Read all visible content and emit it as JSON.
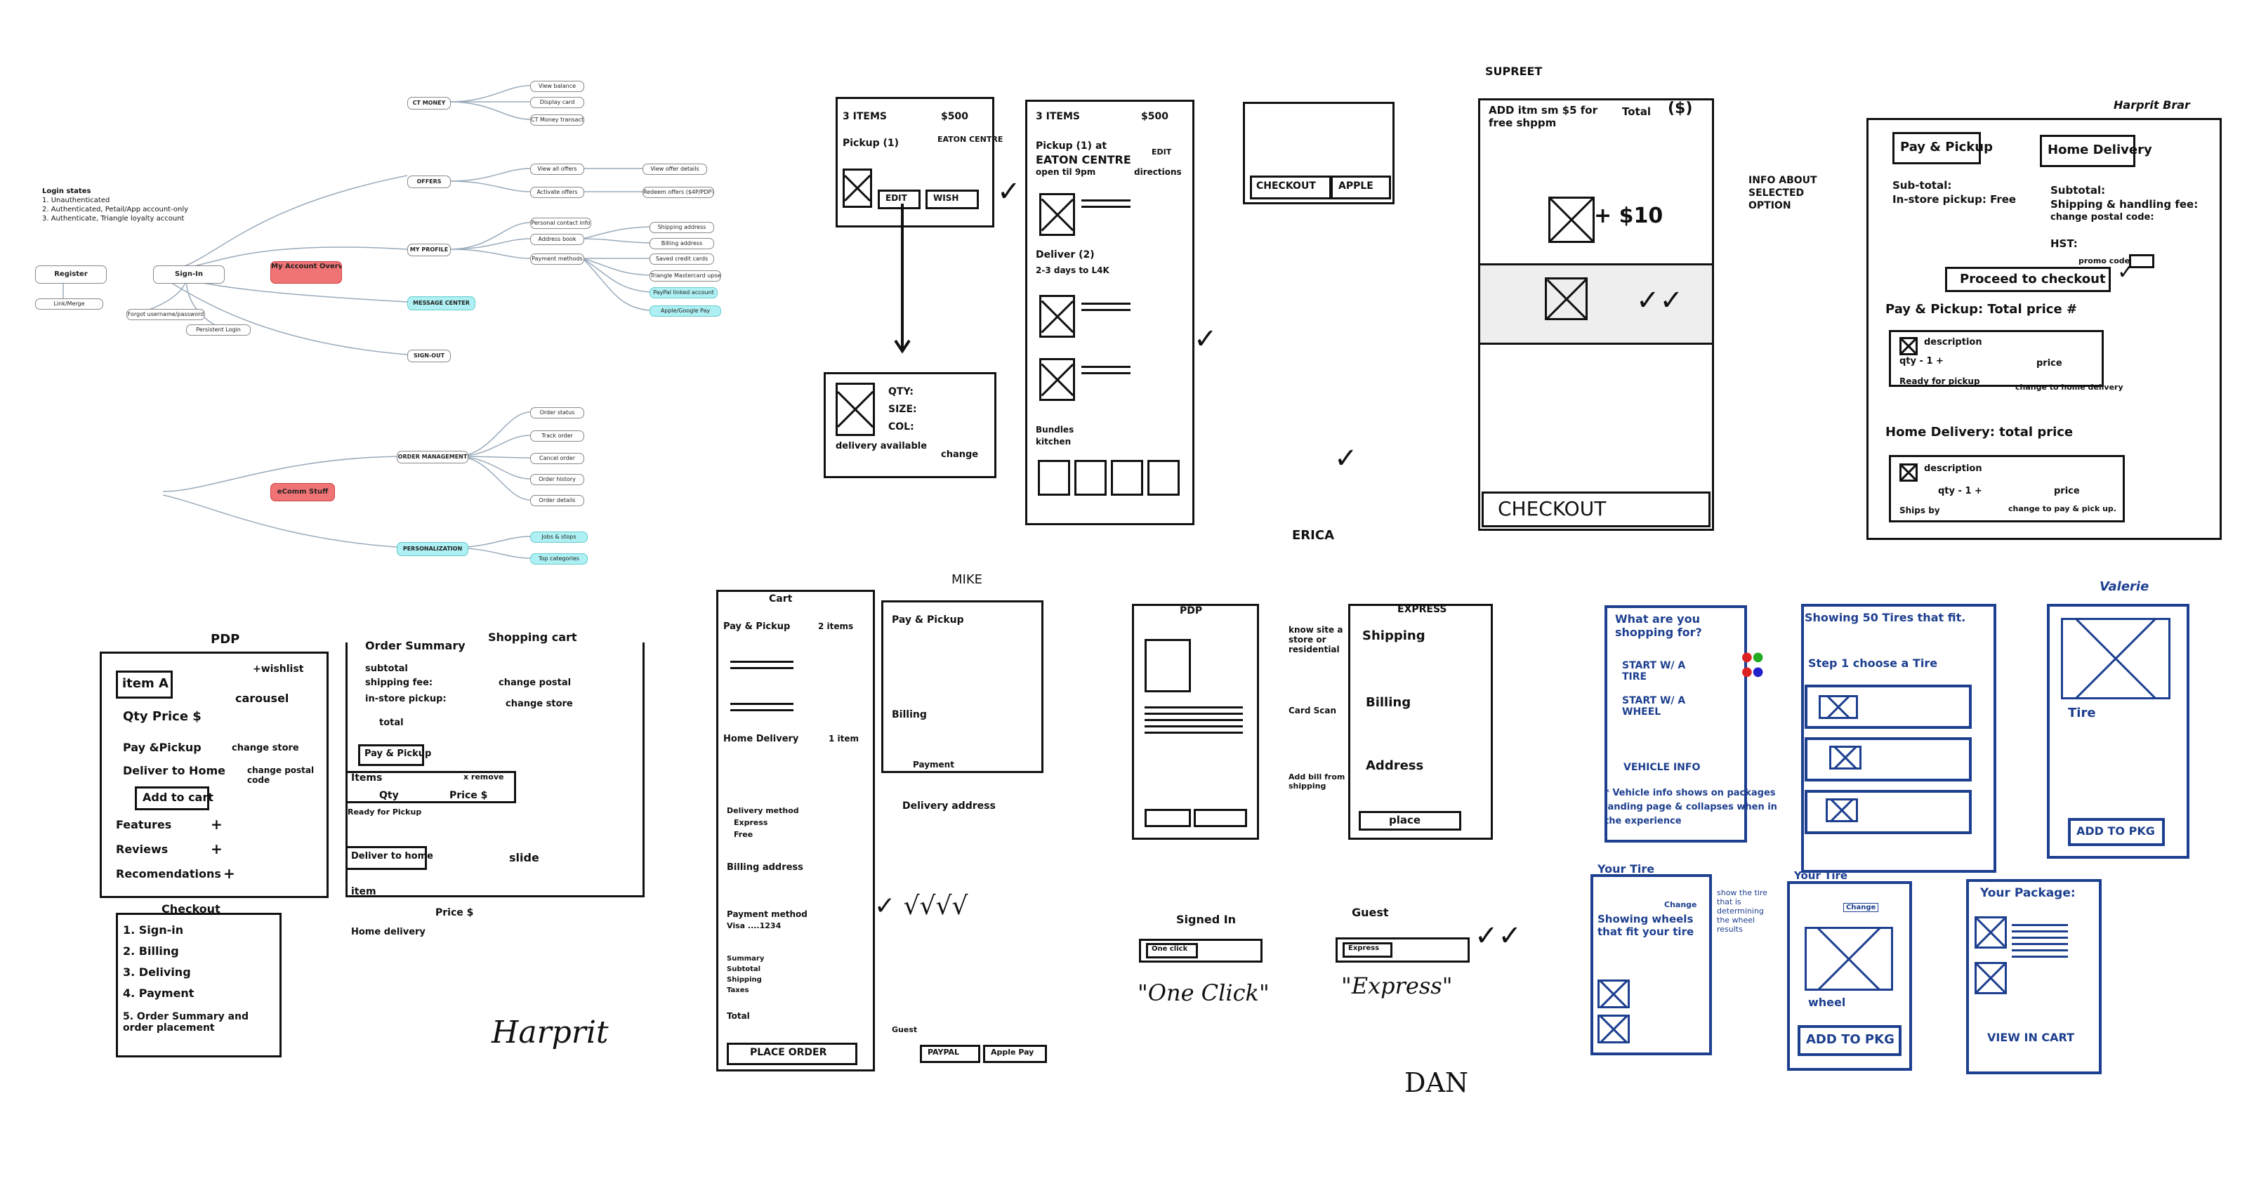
{
  "flowchart": {
    "login_states_title": "Login states",
    "login_states": [
      "1. Unauthenticated",
      "2. Authenticated, Petail/App account-only",
      "3. Authenticate, Triangle loyalty account"
    ],
    "register": "Register",
    "link_merge": "Link/Merge",
    "sign_in": "Sign-In",
    "forgot": "Forgot username/password",
    "persistent": "Persistent Login",
    "hub": "My Account Overview/Hub",
    "ecomm": "eComm Stuff",
    "ct_money": "CT MONEY",
    "ct_money_items": [
      "View balance",
      "Display card",
      "CT Money transactions"
    ],
    "offers": "OFFERS",
    "offers_items": [
      "View all offers",
      "Activate offers"
    ],
    "offers_sub": [
      "View offer details",
      "Redeem offers ($4P/PDP?)"
    ],
    "my_profile": "MY PROFILE",
    "profile_items": [
      "Personal contact info",
      "Address book",
      "Payment methods"
    ],
    "profile_sub": [
      "Shipping address",
      "Billing address",
      "Saved credit cards",
      "Triangle Mastercard upsell",
      "PayPal linked account",
      "Apple/Google Pay"
    ],
    "message_center": "MESSAGE CENTER",
    "sign_out": "SIGN-OUT",
    "order_management": "ORDER MANAGEMENT",
    "order_items": [
      "Order status",
      "Track order",
      "Cancel order",
      "Order history",
      "Order details"
    ],
    "personalization": "PERSONALIZATION",
    "personalization_items": [
      "Jobs & stops",
      "Top categories"
    ]
  },
  "sketch_mobile_cart": {
    "items": "3 ITEMS",
    "price": "$500",
    "pickup": "Pickup (1)",
    "eaton": "EATON CENTRE",
    "edit": "EDIT",
    "wish": "WISH",
    "qty": "QTY:",
    "size": "SIZE:",
    "col": "COL:",
    "delivery_available": "delivery available",
    "change": "change"
  },
  "sketch_cart_long": {
    "items": "3 ITEMS",
    "price": "$500",
    "pickup_at": "Pickup (1) at",
    "eaton": "EATON CENTRE",
    "edit": "EDIT",
    "open_till": "open til 9pm",
    "directions": "directions",
    "deliver": "Deliver (2)",
    "days": "2-3 days to L4K",
    "bundles": "Bundles",
    "kitchen": "kitchen"
  },
  "sketch_checkout_btn": {
    "checkout": "CHECKOUT",
    "apple": "APPLE"
  },
  "sketch_supreet": {
    "name": "SUPREET",
    "banner": "ADD itm sm $5 for free shppm",
    "total": "Total",
    "total_amt": "($)",
    "plus_ten": "+ $10",
    "info": "INFO ABOUT SELECTED OPTION",
    "checkout": "CHECKOUT",
    "label_erica": "ERICA"
  },
  "sketch_harprit_top": {
    "name": "Harprit Brar",
    "pay_pickup": "Pay & Pickup",
    "home_delivery": "Home Delivery",
    "subtotal": "Sub-total:",
    "instore": "In-store pickup: Free",
    "subtotal2": "Subtotal:",
    "shipping_fee": "Shipping & handling fee:",
    "change_postal": "change postal code:",
    "hst": "HST:",
    "promo": "promo code",
    "proceed": "Proceed to checkout",
    "pay_total": "Pay & Pickup: Total price #",
    "description": "description",
    "qty": "qty - 1 +",
    "price": "price",
    "ready": "Ready for pickup",
    "change_home": "change to home delivery",
    "home_total": "Home Delivery: total price",
    "description2": "description",
    "qty2": "qty - 1 +",
    "price2": "price",
    "ships": "Ships by",
    "change_pickup": "change to pay & pick up."
  },
  "sketch_pdp_harprit": {
    "pdp": "PDP",
    "item_a": "item A",
    "wishlist": "+wishlist",
    "carousel": "carousel",
    "qty_price": "Qty  Price $",
    "pay_pickup": "Pay &Pickup",
    "change_store": "change store",
    "deliver_home": "Deliver to Home",
    "change_postal": "change postal code",
    "add_cart": "Add to cart",
    "features": "Features",
    "reviews": "Reviews",
    "recommendations": "Recomendations",
    "plus": "+",
    "order_summary": "Order Summary",
    "shopping_cart": "Shopping cart",
    "subtotal": "subtotal",
    "shipping_fee": "shipping fee:",
    "change_postal2": "change postal",
    "instore": "in-store pickup:",
    "change_store2": "change store",
    "total": "total",
    "btn_pay_pickup": "Pay & Pickup",
    "items": "Items",
    "remove": "x remove",
    "qty": "Qty",
    "price": "Price $",
    "ready": "Ready for Pickup",
    "deliver_home_btn": "Deliver to home",
    "slide": "slide",
    "item": "item",
    "price2": "Price $",
    "home_delivery": "Home delivery",
    "checkout": "Checkout",
    "steps": [
      "1. Sign-in",
      "2. Billing",
      "3. Deliving",
      "4. Payment",
      "5. Order Summary and order placement"
    ],
    "signature": "Harprit"
  },
  "sketch_mike": {
    "name": "MIKE",
    "cart": "Cart",
    "pay_pickup": "Pay & Pickup",
    "items2": "2 items",
    "home_delivery": "Home Delivery",
    "items1": "1 item",
    "delivery_method": "Delivery method",
    "express": "Express",
    "free": "Free",
    "billing": "Billing address",
    "payment_method": "Payment method",
    "visa": "Visa ....1234",
    "summary": "Summary",
    "subtotal": "Subtotal",
    "shipping": "Shipping",
    "taxes": "Taxes",
    "total": "Total",
    "place_order": "PLACE ORDER",
    "r_pay_pickup": "Pay & Pickup",
    "r_billing": "Billing",
    "r_payment": "Payment",
    "delivery_address": "Delivery address",
    "guest": "Guest",
    "paypal": "PAYPAL",
    "apple_pay": "Apple Pay"
  },
  "sketch_dan": {
    "pdp": "PDP",
    "express": "EXPRESS",
    "knowsite": "know site a store or residential",
    "shipping": "Shipping",
    "billing": "Billing",
    "card_scan": "Card Scan",
    "address": "Address",
    "add_bill": "Add bill from shipping",
    "place": "place",
    "signed_in": "Signed In",
    "one_click_btn": "One click",
    "guest": "Guest",
    "express_btn": "Express",
    "one_click_caption": "\"One Click\"",
    "express_caption": "\"Express\"",
    "signature": "DAN"
  },
  "sketch_valerie": {
    "name": "Valerie",
    "q": "What are you shopping for?",
    "start_tire": "START W/ A TIRE",
    "start_wheel": "START W/ A WHEEL",
    "vehicle_info": "VEHICLE INFO",
    "note": "* Vehicle info shows on packages landing page & collapses when in the experience",
    "showing_tires": "Showing 50 Tires that fit.",
    "step1": "Step 1 choose a Tire",
    "tire": "Tire",
    "add_to_pkg": "ADD TO PKG",
    "your_tire": "Your Tire",
    "change": "Change",
    "showing_wheels": "Showing wheels that fit your tire",
    "show_tire_note": "show the tire that is determining the wheel results",
    "your_tire2": "Your Tire",
    "change2": "Change",
    "wheel": "wheel",
    "add_to_pkg2": "ADD TO PKG",
    "your_package": "Your Package:",
    "view_in_cart": "VIEW IN CART"
  }
}
